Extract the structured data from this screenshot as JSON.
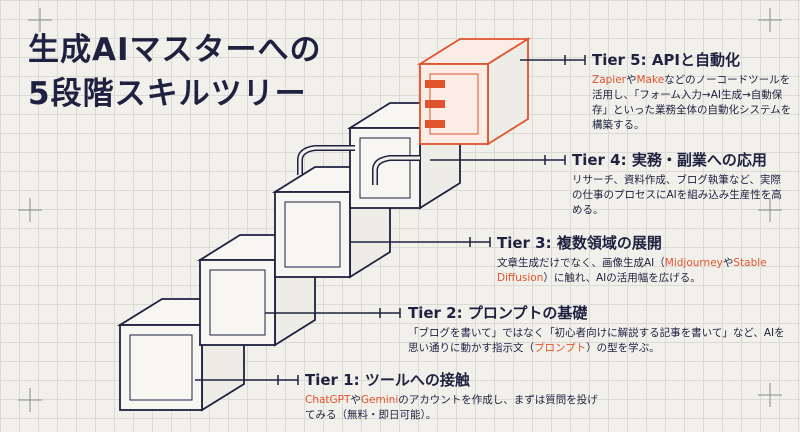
{
  "title": {
    "line1": "生成AIマスターへの",
    "line2": "5段階スキルツリー"
  },
  "colors": {
    "navy": "#1e2140",
    "accent": "#e0532d",
    "background": "#f2f0eb"
  },
  "tiers": [
    {
      "heading": "Tier 5: APIと自動化",
      "desc": [
        {
          "t": "Zapier",
          "hl": true
        },
        {
          "t": "や"
        },
        {
          "t": "Make",
          "hl": true
        },
        {
          "t": "などのノーコードツールを活用し、「フォーム入力→AI生成→自動保存」といった業務全体の自動化システムを構築する。"
        }
      ]
    },
    {
      "heading": "Tier 4: 実務・副業への応用",
      "desc": [
        {
          "t": "リサーチ、資料作成、ブログ執筆など、実際の仕事のプロセスにAIを組み込み生産性を高める。"
        }
      ]
    },
    {
      "heading": "Tier 3: 複数領域の展開",
      "desc": [
        {
          "t": "文章生成だけでなく、画像生成AI（"
        },
        {
          "t": "Midjourney",
          "hl": true
        },
        {
          "t": "や"
        },
        {
          "t": "Stable Diffusion",
          "hl": true
        },
        {
          "t": "）に触れ、AIの活用幅を広げる。"
        }
      ]
    },
    {
      "heading": "Tier 2: プロンプトの基礎",
      "desc": [
        {
          "t": "「ブログを書いて」ではなく「初心者向けに解説する記事を書いて」など、AIを思い通りに動かす指示文（"
        },
        {
          "t": "プロンプト",
          "hl": true
        },
        {
          "t": "）の型を学ぶ。"
        }
      ]
    },
    {
      "heading": "Tier 1: ツールへの接触",
      "desc": [
        {
          "t": "ChatGPT",
          "hl": true
        },
        {
          "t": "や"
        },
        {
          "t": "Gemini",
          "hl": true
        },
        {
          "t": "のアカウントを作成し、まずは質問を投げてみる（無料・即日可能）。"
        }
      ]
    }
  ]
}
